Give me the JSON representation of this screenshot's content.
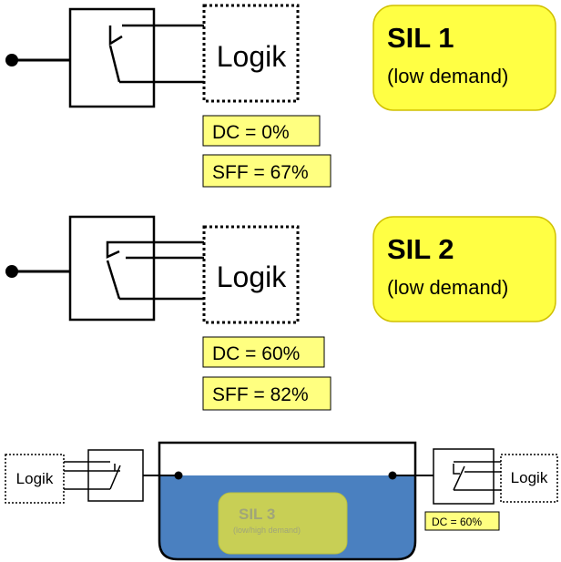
{
  "section1": {
    "logic": "Logik",
    "dc": "DC = 0%",
    "sff": "SFF = 67%",
    "sil_title": "SIL 1",
    "sil_subtitle": "(low demand)"
  },
  "section2": {
    "logic": "Logik",
    "dc": "DC = 60%",
    "sff": "SFF = 82%",
    "sil_title": "SIL 2",
    "sil_subtitle": "(low demand)"
  },
  "section3": {
    "logic_left": "Logik",
    "logic_right": "Logik",
    "dc": "DC = 60%",
    "sil_title": "SIL 3",
    "sil_subtitle": "(low/high demand)"
  },
  "colors": {
    "yellow": "#ffff44",
    "sil_border": "#d0c000",
    "tank_blue": "#4a80c0",
    "faded_yellow": "#c8cf55"
  }
}
